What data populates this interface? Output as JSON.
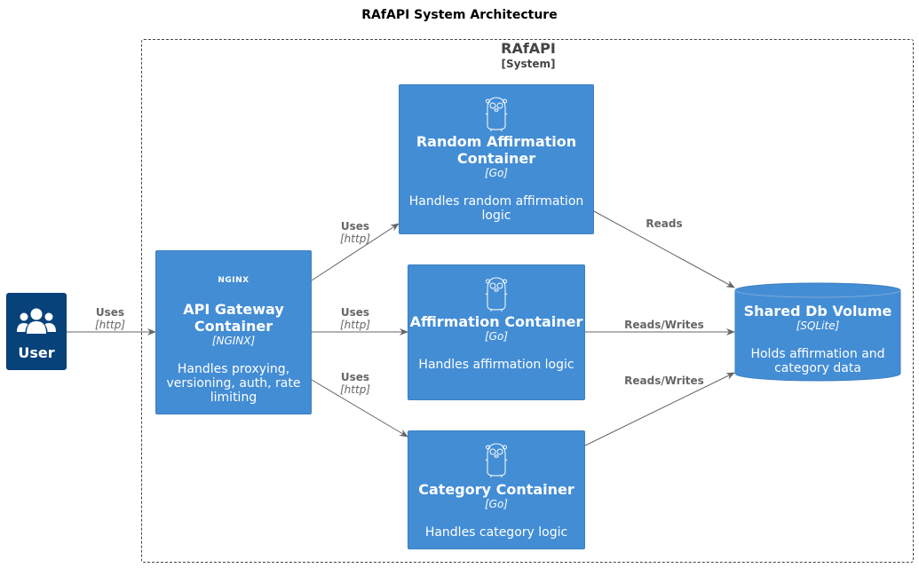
{
  "title": "RAfAPI System Architecture",
  "boundary": {
    "name": "RAfAPI",
    "type": "[System]"
  },
  "person": {
    "name": "User",
    "icon": "users-icon"
  },
  "containers": {
    "gateway": {
      "name": "API Gateway Container",
      "tech": "[NGINX]",
      "desc": "Handles proxying, versioning, auth, rate limiting",
      "icon_label": "NGINX"
    },
    "random": {
      "name": "Random Affirmation Container",
      "tech": "[Go]",
      "desc": "Handles random affirmation logic",
      "icon": "gopher-icon"
    },
    "affirmation": {
      "name": "Affirmation Container",
      "tech": "[Go]",
      "desc": "Handles affirmation logic",
      "icon": "gopher-icon"
    },
    "category": {
      "name": "Category Container",
      "tech": "[Go]",
      "desc": "Handles category logic",
      "icon": "gopher-icon"
    }
  },
  "database": {
    "name": "Shared Db Volume",
    "tech": "[SQLite]",
    "desc": "Holds affirmation and category data"
  },
  "relations": {
    "user_gateway": {
      "label": "Uses",
      "tech": "[http]"
    },
    "gateway_random": {
      "label": "Uses",
      "tech": "[http]"
    },
    "gateway_affirmation": {
      "label": "Uses",
      "tech": "[http]"
    },
    "gateway_category": {
      "label": "Uses",
      "tech": "[http]"
    },
    "random_db": {
      "label": "Reads"
    },
    "affirmation_db": {
      "label": "Reads/Writes"
    },
    "category_db": {
      "label": "Reads/Writes"
    }
  },
  "colors": {
    "container": "#438dd5",
    "person": "#08427b",
    "edge": "#666666"
  }
}
